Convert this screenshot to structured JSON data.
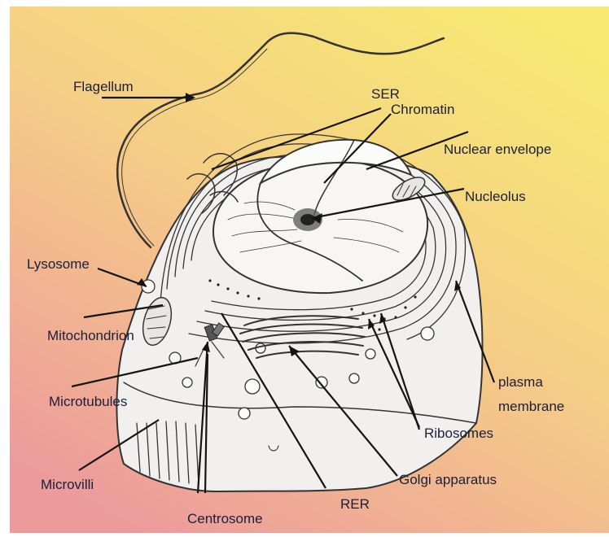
{
  "labels": {
    "flagellum": "Flagellum",
    "ser": "SER",
    "chromatin": "Chromatin",
    "nuclear_envelope": "Nuclear envelope",
    "nucleolus": "Nucleolus",
    "lysosome": "Lysosome",
    "mitochondrion": "Mitochondrion",
    "microtubules": "Microtubules",
    "microvilli": "Microvilli",
    "centrosome": "Centrosome",
    "rer": "RER",
    "golgi": "Golgi apparatus",
    "ribosomes": "Ribosomes",
    "plasma_line1": "plasma",
    "plasma_line2": "membrane"
  },
  "colors": {
    "background_top": "#f4e57a",
    "background_bottom": "#ee9f9c",
    "cell_fill": "#f2f0ee",
    "label_text": "#1a1f3a"
  }
}
